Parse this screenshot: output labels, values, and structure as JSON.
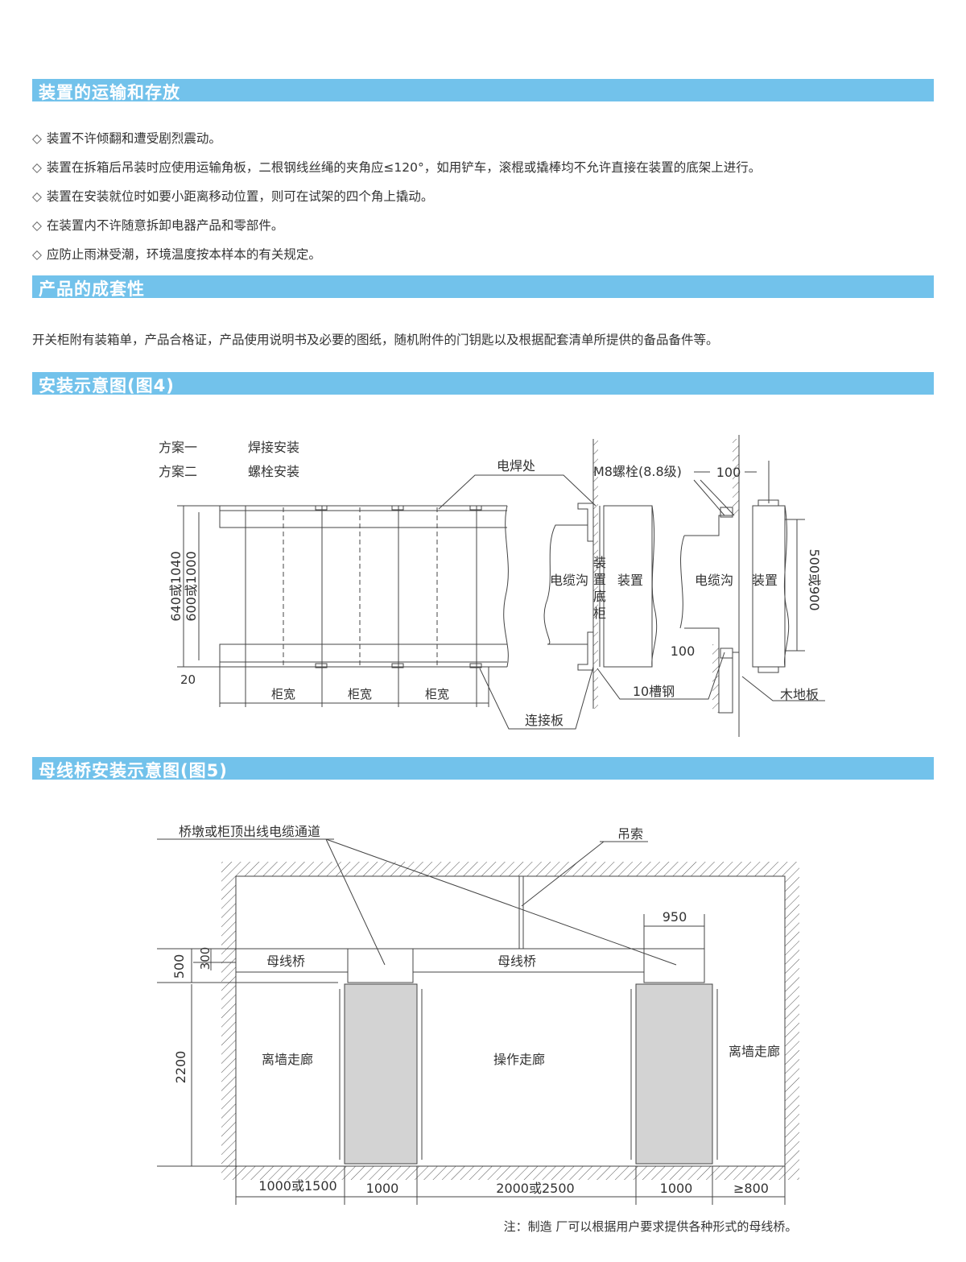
{
  "sections": {
    "transport": {
      "title": "装置的运输和存放",
      "items": [
        "装置不许倾翻和遭受剧烈震动。",
        "装置在拆箱后吊装时应使用运输角板，二根钢线丝绳的夹角应≤120°，如用铲车，滚棍或撬棒均不允许直接在装置的底架上进行。",
        "装置在安装就位时如要小距离移动位置，则可在试架的四个角上撬动。",
        "在装置内不许随意拆卸电器产品和零部件。",
        "应防止雨淋受潮，环境温度按本样本的有关规定。"
      ]
    },
    "completeness": {
      "title": "产品的成套性",
      "text": "开关柜附有装箱单，产品合格证，产品使用说明书及必要的图纸，随机附件的门钥匙以及根据配套清单所提供的备品备件等。"
    },
    "fig4": {
      "title": "安装示意图(图4)",
      "plan1": "方案一",
      "plan1_method": "焊接安装",
      "plan2": "方案二",
      "plan2_method": "螺栓安装",
      "weld": "电焊处",
      "bolt": "M8螺栓(8.8级)",
      "dim_100_top": "100",
      "dim_100_bottom": "100",
      "dim_outer": "640或1040",
      "dim_inner": "600或1000",
      "dim_20": "20",
      "cabinet_width": "柜宽",
      "connect_plate": "连接板",
      "cable_trench": "电缆沟",
      "base_cabinet": [
        "装",
        "置",
        "底",
        "柜"
      ],
      "device": "装置",
      "channel_steel": "10槽钢",
      "wood_floor": "木地板",
      "dim_500_900": "500或900"
    },
    "fig5": {
      "title": "母线桥安装示意图(图5)",
      "pier": "桥墩或柜顶出线电缆通道",
      "sling": "吊索",
      "busbridge": "母线桥",
      "dim_950": "950",
      "dim_500": "500",
      "dim_300": "300",
      "dim_2200": "2200",
      "wall_corridor": "离墙走廊",
      "op_corridor": "操作走廊",
      "bottom_dims": [
        "1000或1500",
        "1000",
        "2000或2500",
        "1000",
        "≥800"
      ],
      "note": "注：制造 厂可以根据用户要求提供各种形式的母线桥。"
    }
  },
  "colors": {
    "header_bar": "#72c2eb",
    "cabinet": "#d3d3d3"
  }
}
